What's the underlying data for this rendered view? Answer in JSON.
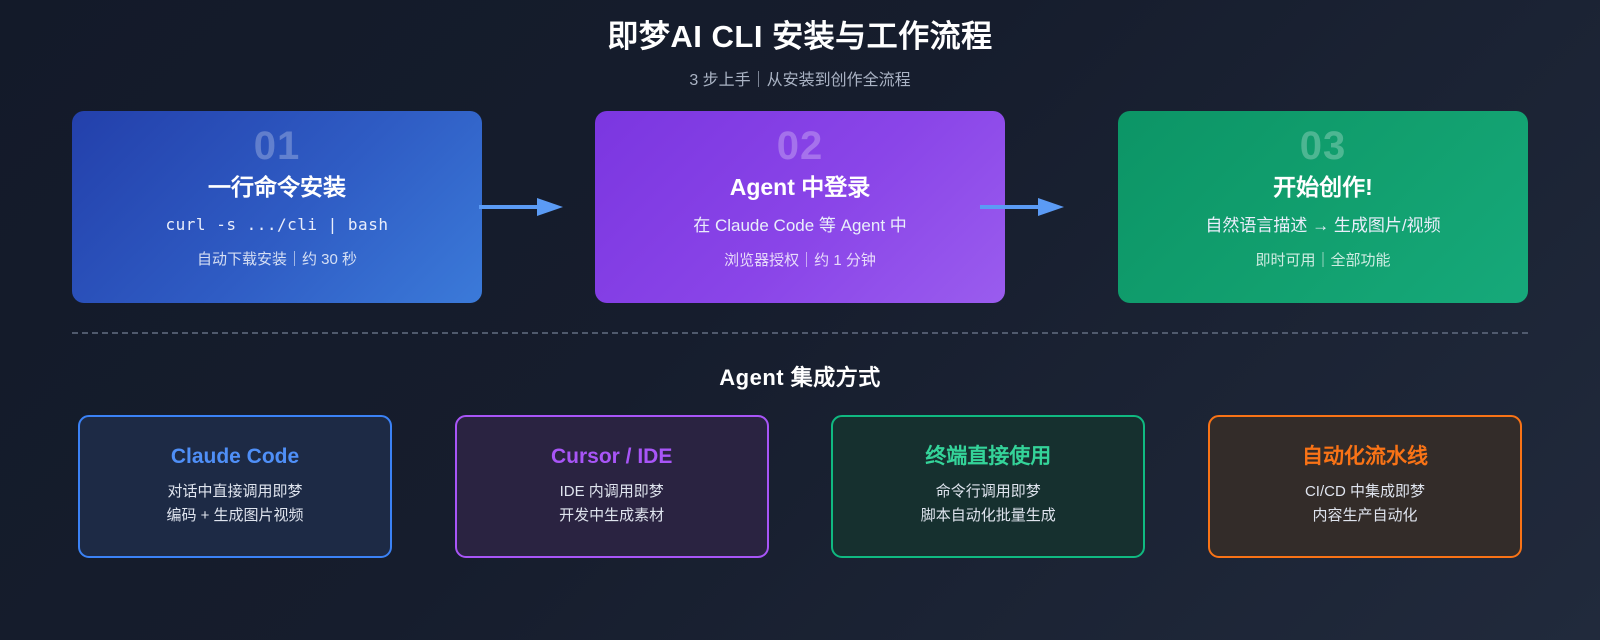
{
  "header": {
    "title": "即梦AI CLI 安装与工作流程",
    "subtitle": "3 步上手｜从安装到创作全流程"
  },
  "colors": {
    "background_dark": "#131a29",
    "background_light": "#212a3c",
    "arrow": "#5b9bf5",
    "divider": "#5a6478",
    "step1_from": "#2340ab",
    "step1_to": "#3b7ad9",
    "step2_from": "#7b36e0",
    "step2_to": "#9a5cee",
    "step3_from": "#0c9566",
    "step3_to": "#16a97a",
    "accent_blue": "#3b82f6",
    "accent_purple": "#a855f7",
    "accent_green": "#10b981",
    "accent_orange": "#f97316"
  },
  "steps": [
    {
      "number": "01",
      "title": "一行命令安装",
      "desc": "curl -s .../cli | bash",
      "meta": "自动下载安装｜约 30 秒",
      "mono": true
    },
    {
      "number": "02",
      "title": "Agent 中登录",
      "desc": "在 Claude Code 等 Agent 中",
      "meta": "浏览器授权｜约 1 分钟",
      "mono": false
    },
    {
      "number": "03",
      "title": "开始创作!",
      "desc": "自然语言描述 → 生成图片/视频",
      "meta": "即时可用｜全部功能",
      "mono": false
    }
  ],
  "arrows": [
    {
      "name": "arrow-step1-to-step2"
    },
    {
      "name": "arrow-step2-to-step3"
    }
  ],
  "integration_section": {
    "heading": "Agent 集成方式",
    "cards": [
      {
        "title": "Claude Code",
        "line1": "对话中直接调用即梦",
        "line2": "编码 + 生成图片视频",
        "accent": "blue"
      },
      {
        "title": "Cursor / IDE",
        "line1": "IDE 内调用即梦",
        "line2": "开发中生成素材",
        "accent": "purple"
      },
      {
        "title": "终端直接使用",
        "line1": "命令行调用即梦",
        "line2": "脚本自动化批量生成",
        "accent": "green"
      },
      {
        "title": "自动化流水线",
        "line1": "CI/CD 中集成即梦",
        "line2": "内容生产自动化",
        "accent": "orange"
      }
    ]
  }
}
